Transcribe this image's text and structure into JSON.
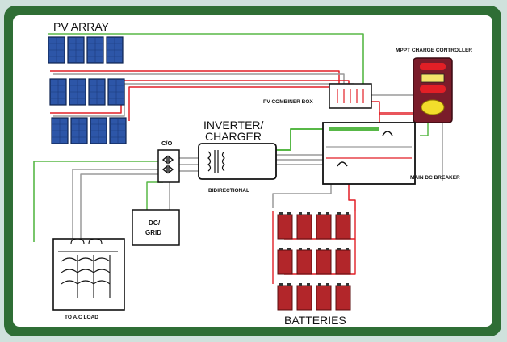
{
  "labels": {
    "pv_array": "PV ARRAY",
    "mppt": "MPPT CHARGE CONTROLLER",
    "combiner": "PV COMBINER BOX",
    "inverter_line1": "INVERTER/",
    "inverter_line2": "CHARGER",
    "bidirectional": "BIDIRECTIONAL",
    "co": "C/O",
    "dg_line1": "DG/",
    "dg_line2": "GRID",
    "main_dc_breaker": "MAIN DC BREAKER",
    "ac_load": "TO A.C LOAD",
    "batteries": "BATTERIES"
  },
  "colors": {
    "frame_green": "#2f6e35",
    "panel_blue": "#2d56a8",
    "battery_red": "#b2262a",
    "wire_red": "#e21f26",
    "wire_green": "#58b847",
    "wire_gray": "#9a9a9a",
    "controller": "#7a1c2a"
  },
  "pv_array": {
    "rows": 3,
    "panels_per_row": 4
  },
  "batteries": {
    "rows": 3,
    "per_row": 4
  }
}
